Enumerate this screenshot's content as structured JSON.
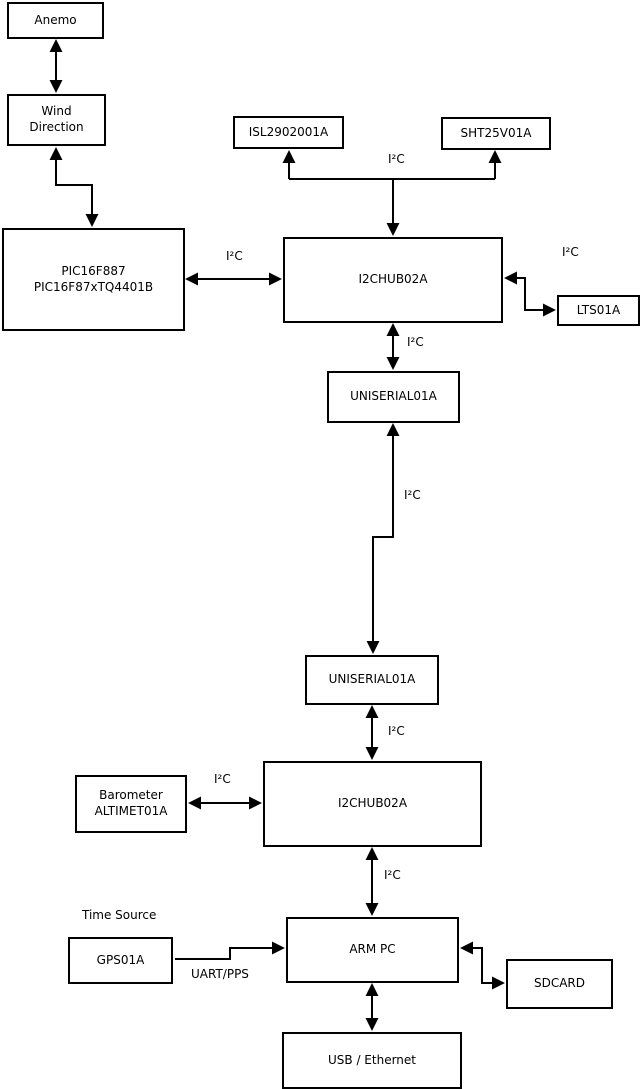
{
  "diagram": {
    "nodes": {
      "anemo": {
        "label": "Anemo"
      },
      "wind": {
        "label": "Wind\nDirection"
      },
      "pic": {
        "label": "PIC16F887\nPIC16F87xTQ4401B"
      },
      "isl": {
        "label": "ISL2902001A"
      },
      "sht": {
        "label": "SHT25V01A"
      },
      "i2chub1": {
        "label": "I2CHUB02A"
      },
      "lts": {
        "label": "LTS01A"
      },
      "uniserial1": {
        "label": "UNISERIAL01A"
      },
      "uniserial2": {
        "label": "UNISERIAL01A"
      },
      "i2chub2": {
        "label": "I2CHUB02A"
      },
      "barometer": {
        "label": "Barometer\nALTIMET01A"
      },
      "armpc": {
        "label": "ARM PC"
      },
      "gps": {
        "label": "GPS01A"
      },
      "sdcard": {
        "label": "SDCARD"
      },
      "usb": {
        "label": "USB / Ethernet"
      }
    },
    "edge_labels": {
      "bus_top": "I²C",
      "pic_hub1": "I²C",
      "hub1_lts": "I²C",
      "hub1_uniserial1": "I²C",
      "uniserial1_uniserial2": "I²C",
      "uniserial2_hub2": "I²C",
      "barometer_hub2": "I²C",
      "hub2_armpc": "I²C",
      "gps_caption": "Time Source",
      "gps_armpc": "UART/PPS"
    },
    "colors": {
      "line": "#000000",
      "box_border": "#000000",
      "box_fill": "#ffffff",
      "background": "#ffffff",
      "text": "#000000"
    }
  }
}
